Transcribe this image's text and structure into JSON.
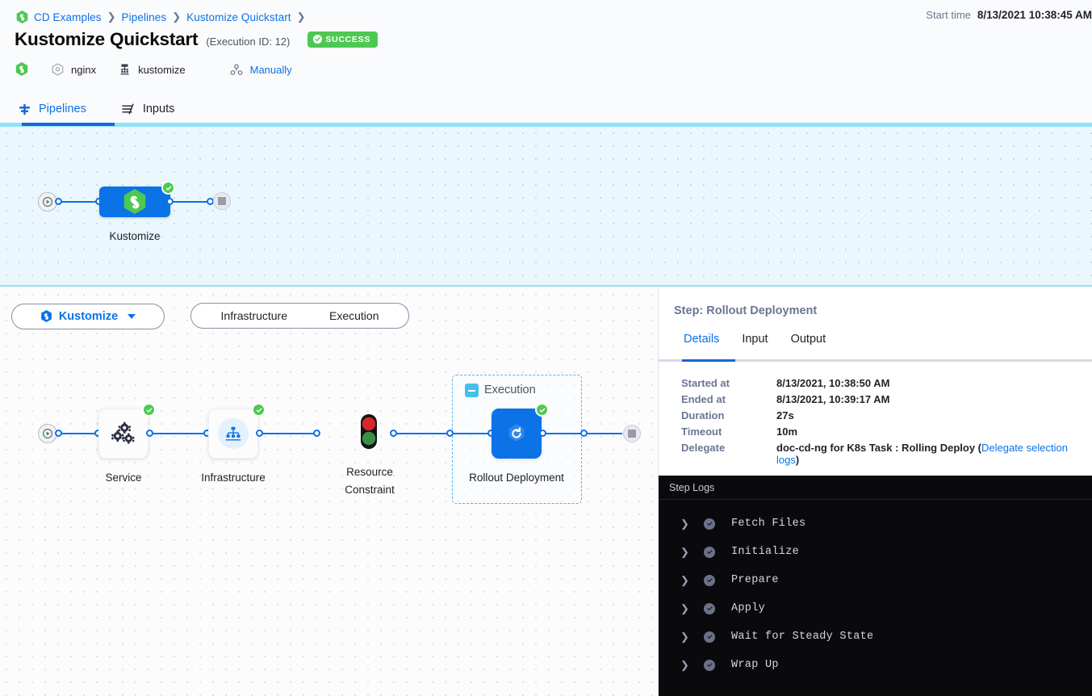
{
  "header": {
    "breadcrumb": [
      {
        "label": "CD Examples",
        "icon": "harness-logo-icon"
      },
      {
        "label": "Pipelines"
      },
      {
        "label": "Kustomize Quickstart"
      }
    ],
    "title": "Kustomize Quickstart",
    "execution_id": "(Execution ID: 12)",
    "status_badge": "SUCCESS",
    "status_color": "#4dc952",
    "meta": [
      {
        "icon": "harness-logo-icon",
        "label": ""
      },
      {
        "icon": "service-hexagon-icon",
        "label": "nginx"
      },
      {
        "icon": "infrastructure-icon",
        "label": "kustomize"
      },
      {
        "icon": "trigger-manual-icon",
        "label": "Manually",
        "link": true
      }
    ],
    "start_time_label": "Start time",
    "start_time_value": "8/13/2021 10:38:45 AM"
  },
  "tabs": [
    {
      "label": "Pipelines",
      "icon": "pipeline-icon",
      "active": true
    },
    {
      "label": "Inputs",
      "icon": "inputs-icon",
      "active": false
    }
  ],
  "graph_top": {
    "nodes": [
      {
        "name": "Kustomize",
        "type": "stage",
        "status": "success",
        "icon": "harness-logo-icon"
      }
    ]
  },
  "stage_selector": {
    "stage": "Kustomize",
    "stage_icon": "kustomize-icon",
    "caret": "chevron-down-icon",
    "sections": [
      "Infrastructure",
      "Execution"
    ]
  },
  "graph_bottom": {
    "nodes": [
      {
        "name": "Service",
        "icon": "service-gears-icon",
        "status": "success"
      },
      {
        "name": "Infrastructure",
        "icon": "infrastructure-tree-icon",
        "status": "success"
      },
      {
        "name": "Resource Constraint",
        "icon": "traffic-light-icon",
        "status": "none"
      },
      {
        "name": "Rollout Deployment",
        "icon": "rolling-deploy-icon",
        "status": "success",
        "group": "Execution"
      }
    ],
    "group": {
      "label": "Execution",
      "collapse_icon": "collapse-minus-icon"
    }
  },
  "panel": {
    "step_title": "Step: Rollout Deployment",
    "tabs": [
      {
        "label": "Details",
        "active": true
      },
      {
        "label": "Input",
        "active": false
      },
      {
        "label": "Output",
        "active": false
      }
    ],
    "details": [
      {
        "key": "Started at",
        "value": "8/13/2021, 10:38:50 AM"
      },
      {
        "key": "Ended at",
        "value": "8/13/2021, 10:39:17 AM"
      },
      {
        "key": "Duration",
        "value": "27s"
      },
      {
        "key": "Timeout",
        "value": "10m"
      }
    ],
    "delegate": {
      "key": "Delegate",
      "value_prefix": "doc-cd-ng for K8s Task : Rolling Deploy (",
      "link": "Delegate selection logs",
      "value_suffix": ")"
    },
    "logs": {
      "title": "Step Logs",
      "rows": [
        {
          "name": "Fetch Files",
          "status": "success",
          "chevron": "chevron-right-icon"
        },
        {
          "name": "Initialize",
          "status": "success",
          "chevron": "chevron-right-icon"
        },
        {
          "name": "Prepare",
          "status": "success",
          "chevron": "chevron-right-icon"
        },
        {
          "name": "Apply",
          "status": "success",
          "chevron": "chevron-right-icon"
        },
        {
          "name": "Wait for Steady State",
          "status": "success",
          "chevron": "chevron-right-icon"
        },
        {
          "name": "Wrap Up",
          "status": "success",
          "chevron": "chevron-right-icon"
        }
      ]
    }
  }
}
